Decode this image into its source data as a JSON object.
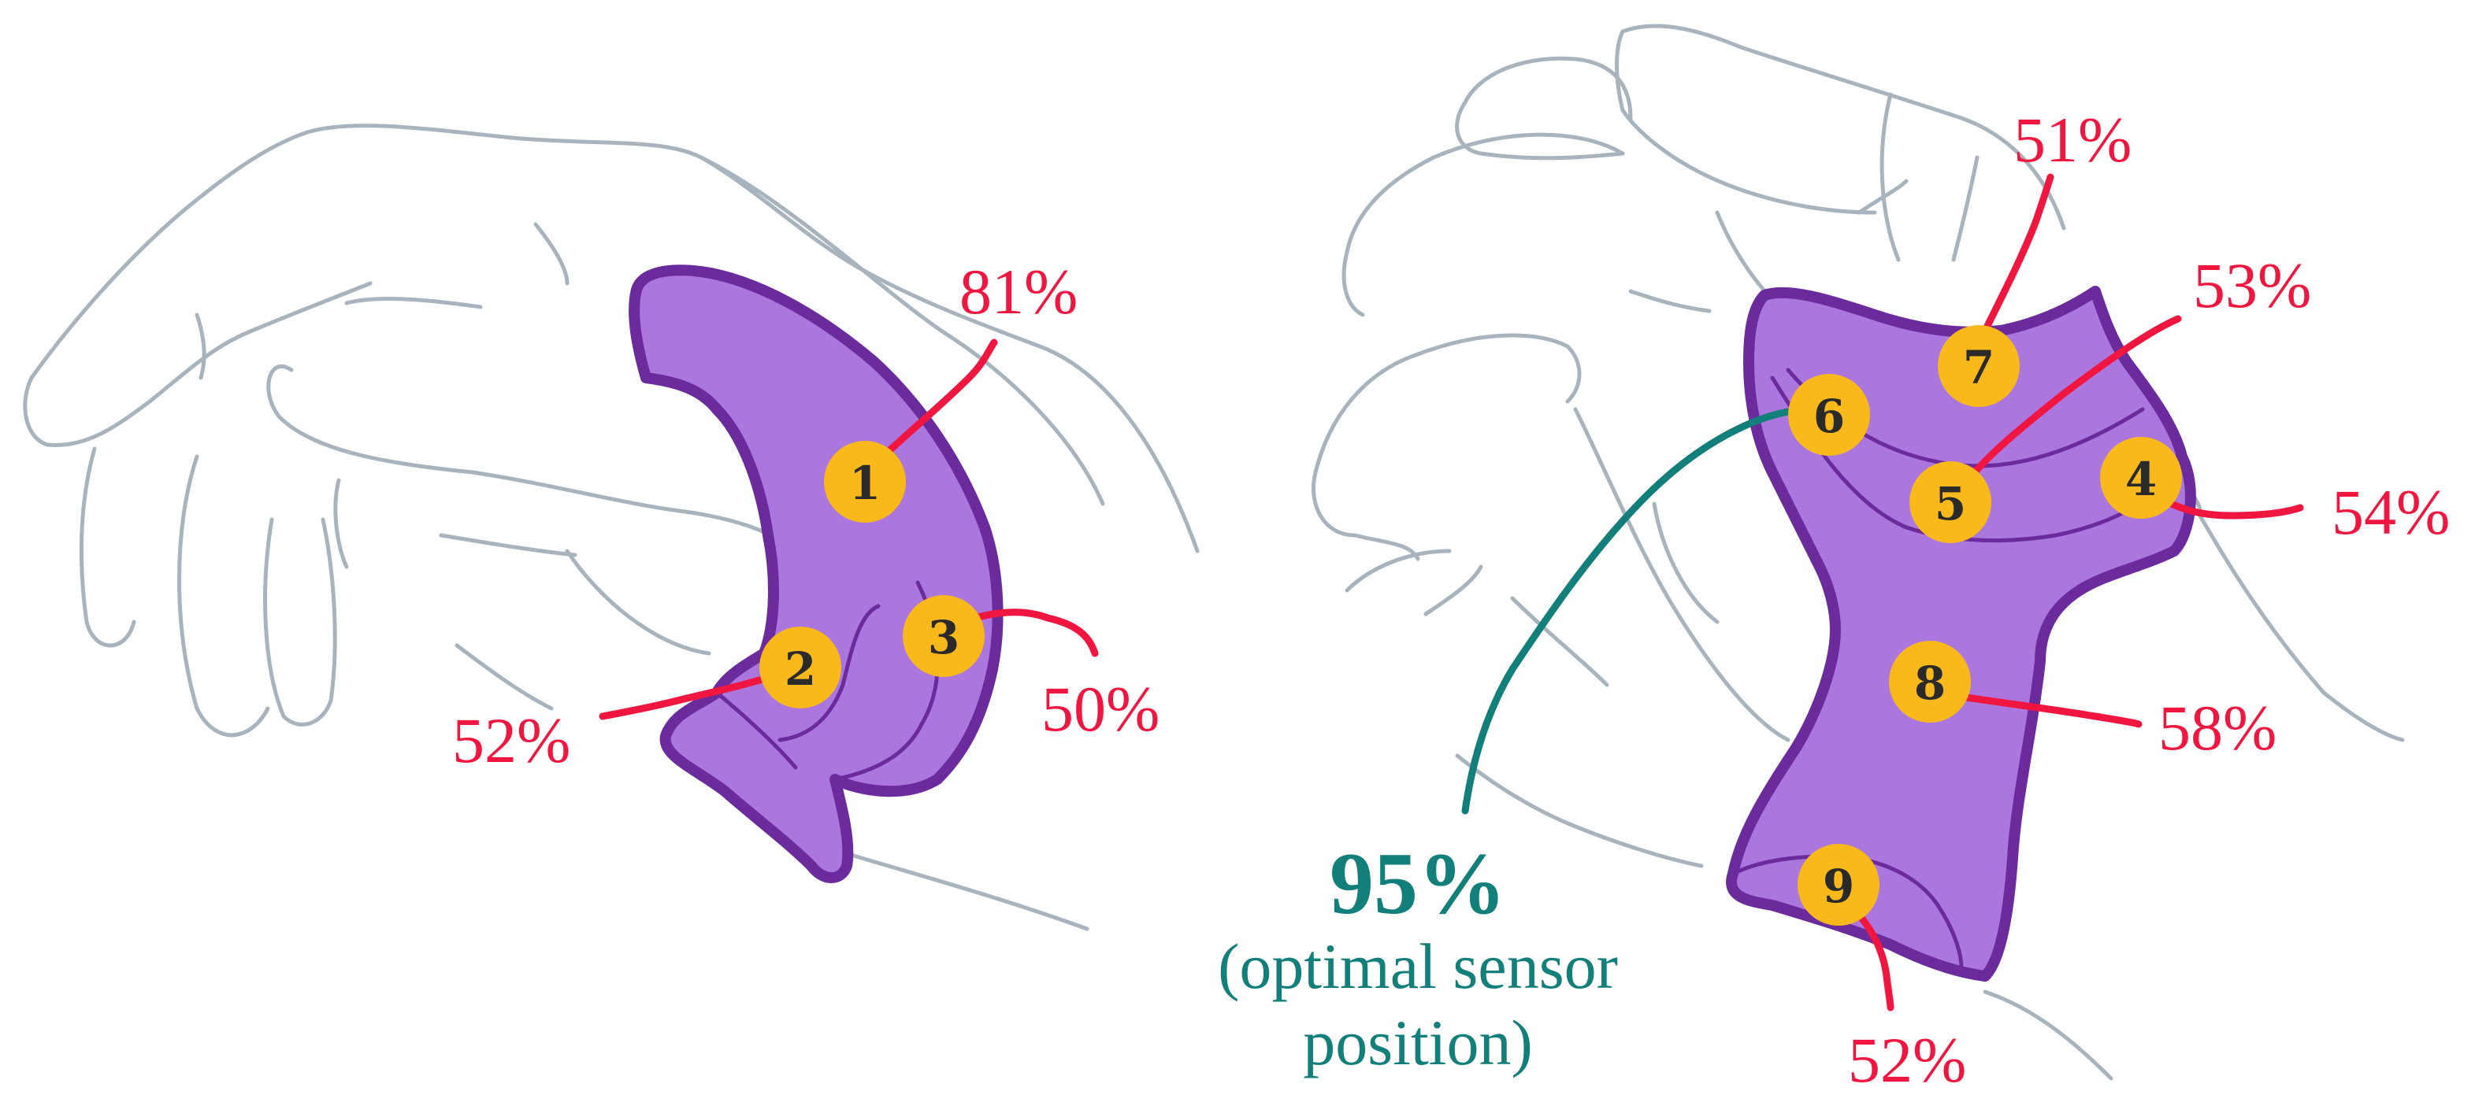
{
  "colors": {
    "device_fill": "#ab77df",
    "device_outline": "#6b2b9c",
    "marker_fill": "#f9b91b",
    "marker_text": "#2a2a2a",
    "lead_red": "#f0163f",
    "lead_teal": "#137f7a",
    "hand_outline": "#a8b4bd"
  },
  "left_view": {
    "sensors": [
      {
        "id": "1",
        "value": "81%"
      },
      {
        "id": "2",
        "value": "52%"
      },
      {
        "id": "3",
        "value": "50%"
      }
    ]
  },
  "right_view": {
    "sensors": [
      {
        "id": "4",
        "value": "54%"
      },
      {
        "id": "5",
        "value": "53%"
      },
      {
        "id": "6",
        "value": "95%",
        "note_line1": "(optimal sensor",
        "note_line2": "position)"
      },
      {
        "id": "7",
        "value": "51%"
      },
      {
        "id": "8",
        "value": "58%"
      },
      {
        "id": "9",
        "value": "52%"
      }
    ]
  }
}
